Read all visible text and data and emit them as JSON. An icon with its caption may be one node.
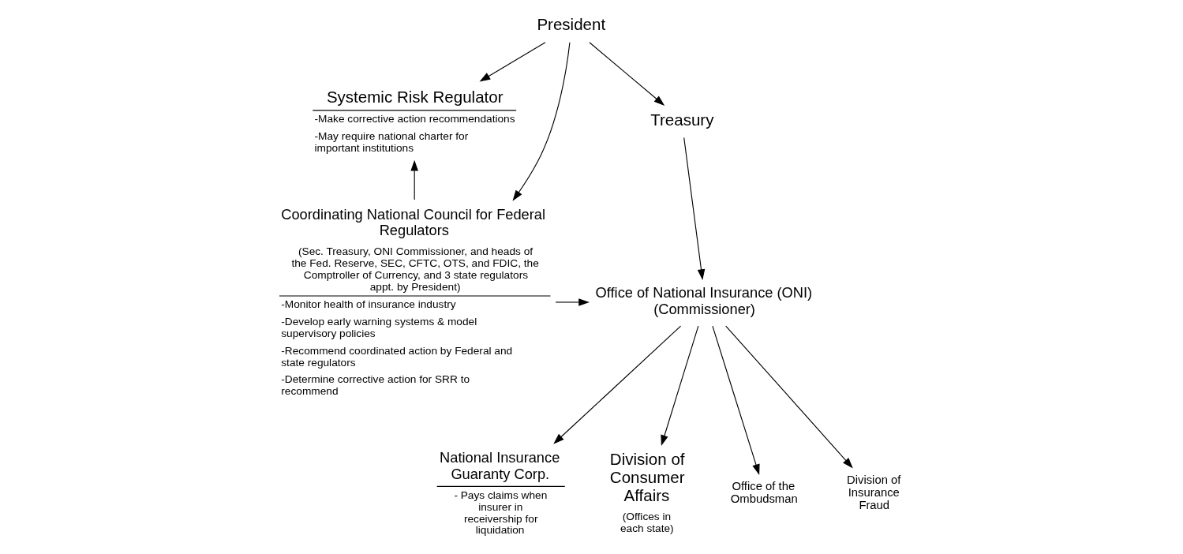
{
  "diagram": {
    "nodes": [
      {
        "text": [
          "President"
        ]
      },
      {
        "text": [
          "Treasury"
        ]
      },
      {
        "text": [
          "Systemic Risk Regulator",
          "-Make corrective action recommendations",
          "-May require national charter for important institutions"
        ]
      },
      {
        "text": [
          "Office of National Insurance (ONI) (Commissioner)"
        ]
      },
      {
        "text": [
          "Coordinating National Council for Federal Regulators",
          "(Sec. Treasury, ONI Commissioner, and heads of the Fed. Reserve, SEC, CFTC, OTS, and FDIC, the Comptroller of Currency, and 3 state regulators appt. by President)",
          "-Monitor health of insurance industry",
          "-Develop early warning systems & model supervisory policies",
          "-Recommend coordinated action by Federal and state regulators",
          "-Determine corrective action for SRR to recommend"
        ]
      },
      {
        "text": [
          "National Insurance Guaranty Corp.",
          "- Pays claims when insurer in receivership for liquidation"
        ]
      },
      {
        "text": [
          "Division of Consumer Affairs",
          "(Offices in each state)"
        ]
      },
      {
        "text": [
          "Office of the Ombudsman"
        ]
      },
      {
        "text": [
          "Division of Insurance Fraud"
        ]
      }
    ],
    "edges": [
      {
        "from": 0,
        "to": 1,
        "arrow": "to"
      },
      {
        "from": 0,
        "to": 4,
        "arrow": "to"
      },
      {
        "from": 0,
        "to": 2,
        "arrow": "to"
      },
      {
        "from": 1,
        "to": 3,
        "arrow": "to"
      },
      {
        "from": 4,
        "to": 3,
        "arrow": "to"
      },
      {
        "from": 4,
        "to": 2,
        "arrow": "to"
      },
      {
        "from": 3,
        "to": 5,
        "arrow": "to"
      },
      {
        "from": 3,
        "to": 6,
        "arrow": "to"
      },
      {
        "from": 3,
        "to": 7,
        "arrow": "to"
      },
      {
        "from": 3,
        "to": 8,
        "arrow": "to"
      }
    ]
  }
}
